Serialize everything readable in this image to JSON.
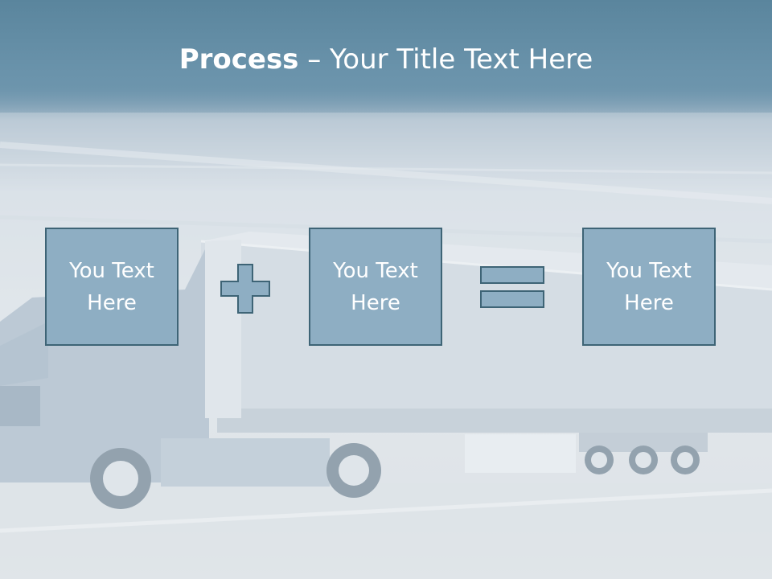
{
  "title": {
    "bold": "Process",
    "rest": " – Your Title Text Here"
  },
  "boxes": [
    {
      "text": "You Text\nHere"
    },
    {
      "text": "You Text\nHere"
    },
    {
      "text": "You Text\nHere"
    }
  ],
  "operators": [
    "plus-icon",
    "equals-icon"
  ],
  "colors": {
    "box_fill": "#8eaec3",
    "box_border": "#3e6476",
    "header": "#6a93ab",
    "text": "#ffffff"
  }
}
